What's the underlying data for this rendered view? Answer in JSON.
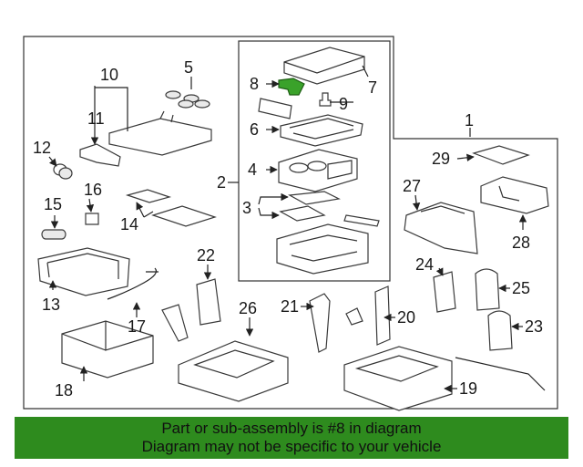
{
  "diagram": {
    "callouts": [
      "1",
      "2",
      "3",
      "4",
      "5",
      "6",
      "7",
      "8",
      "9",
      "10",
      "11",
      "12",
      "13",
      "14",
      "15",
      "16",
      "17",
      "18",
      "19",
      "20",
      "21",
      "22",
      "23",
      "24",
      "25",
      "26",
      "27",
      "28",
      "29"
    ],
    "highlight_color": "#3aa22a"
  },
  "banner": {
    "line1": "Part or sub-assembly is #8 in diagram",
    "line2": "Diagram may not be specific to your vehicle",
    "background": "#2e8b1e"
  }
}
